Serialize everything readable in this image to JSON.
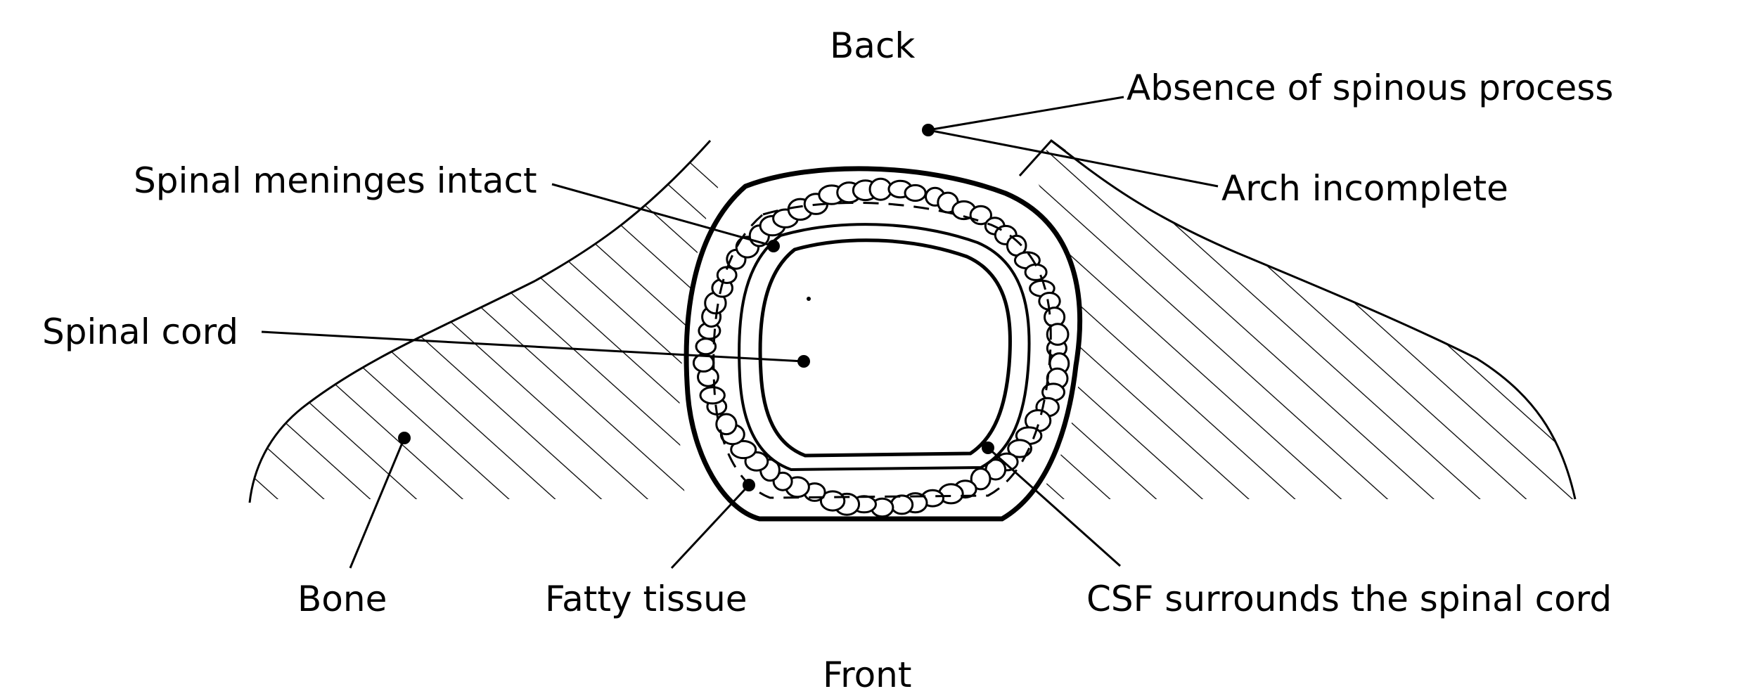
{
  "labels": {
    "back": "Back",
    "front": "Front",
    "absence_spinous": "Absence of spinous process",
    "arch_incomplete": "Arch incomplete",
    "meninges_intact": "Spinal meninges intact",
    "spinal_cord": "Spinal cord",
    "bone": "Bone",
    "fatty_tissue": "Fatty tissue",
    "csf": "CSF surrounds the spinal cord"
  }
}
